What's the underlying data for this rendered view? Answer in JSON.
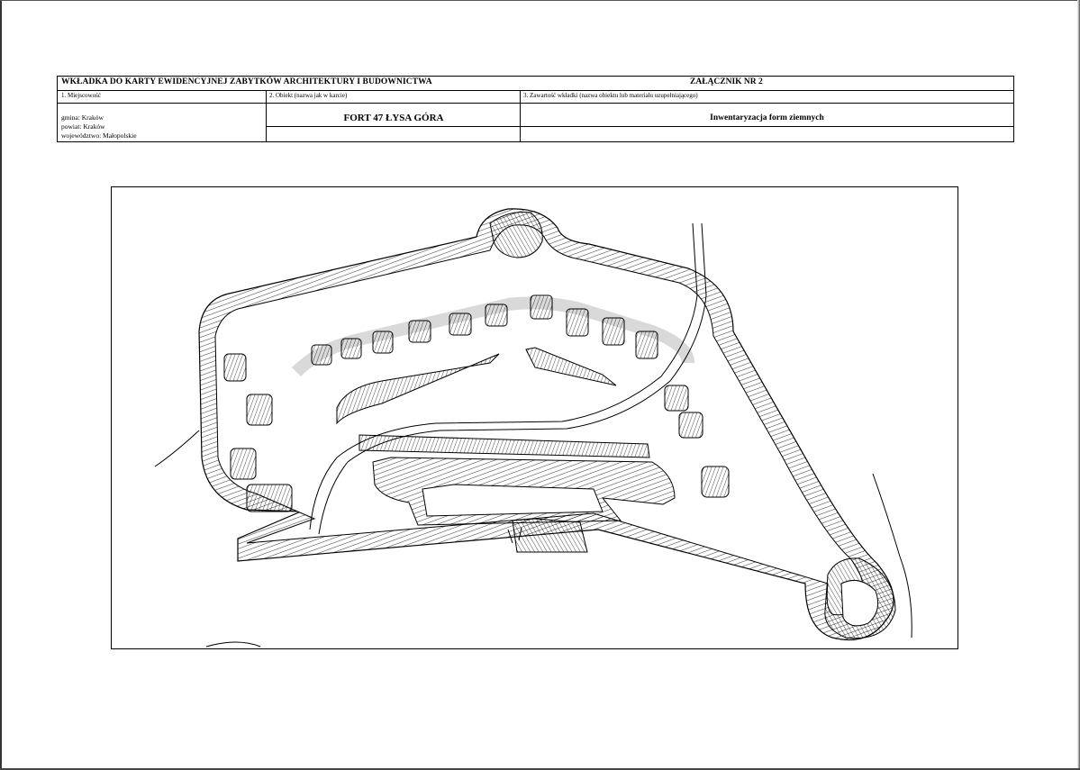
{
  "header": {
    "title": "WKŁADKA DO KARTY EWIDENCYJNEJ ZABYTKÓW ARCHITEKTURY I BUDOWNICTWA",
    "annex": "ZAŁĄCZNIK NR 2"
  },
  "fields": {
    "location_label": "1. Miejscowość",
    "object_label": "2. Obiekt (nazwa jak w karcie)",
    "content_label": "3. Zawartość wkładki (nazwa obiektu lub materiału uzupełniającego)"
  },
  "location": {
    "gmina": "gmina: Kraków",
    "powiat": "powiat: Kraków",
    "wojewodztwo": "województwo: Małopolskie"
  },
  "object_name": "FORT 47 ŁYSA GÓRA",
  "content_name": "Inwentaryzacja form ziemnych",
  "colors": {
    "ink": "#000000",
    "paper": "#ffffff"
  }
}
